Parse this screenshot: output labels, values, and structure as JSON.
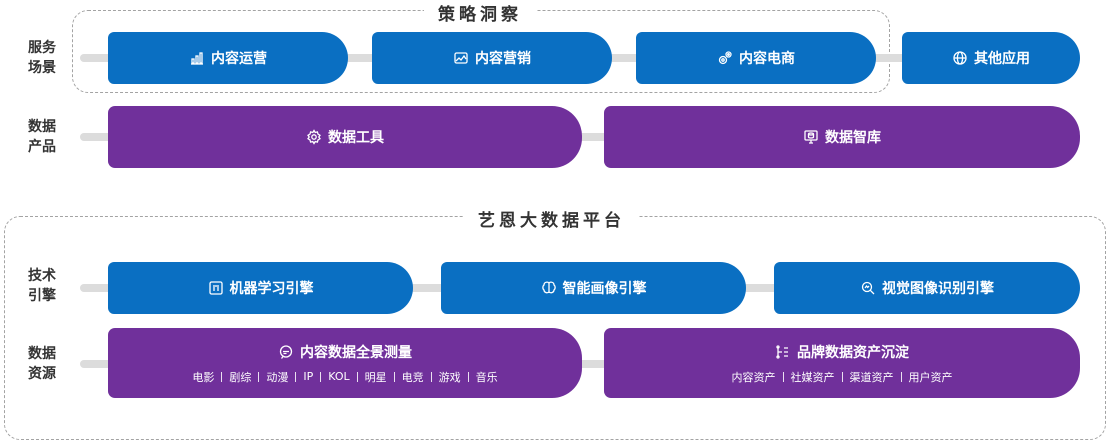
{
  "sections": {
    "strategy": "策略洞察",
    "platform": "艺恩大数据平台"
  },
  "rows": {
    "service": "服务\n场景",
    "product": "数据\n产品",
    "engine": "技术\n引擎",
    "resource": "数据\n资源"
  },
  "service": [
    {
      "label": "内容运营",
      "icon": "bar-chart-icon"
    },
    {
      "label": "内容营销",
      "icon": "image-card-icon"
    },
    {
      "label": "内容电商",
      "icon": "gears-icon"
    },
    {
      "label": "其他应用",
      "icon": "globe-icon"
    }
  ],
  "product": [
    {
      "label": "数据工具",
      "icon": "gear-icon"
    },
    {
      "label": "数据智库",
      "icon": "database-monitor-icon"
    }
  ],
  "engine": [
    {
      "label": "机器学习引擎",
      "icon": "ml-icon"
    },
    {
      "label": "智能画像引擎",
      "icon": "brain-icon"
    },
    {
      "label": "视觉图像识别引擎",
      "icon": "magnifier-icon"
    }
  ],
  "resource": [
    {
      "label": "内容数据全景测量",
      "icon": "chat-bubble-icon",
      "items": [
        "电影",
        "剧综",
        "动漫",
        "IP",
        "KOL",
        "明星",
        "电竞",
        "游戏",
        "音乐"
      ]
    },
    {
      "label": "品牌数据资产沉淀",
      "icon": "data-flow-icon",
      "items": [
        "内容资产",
        "社媒资产",
        "渠道资产",
        "用户资产"
      ]
    }
  ],
  "colors": {
    "blue": "#0a6fc2",
    "purple": "#70309b",
    "rail": "#dcdcdc"
  }
}
